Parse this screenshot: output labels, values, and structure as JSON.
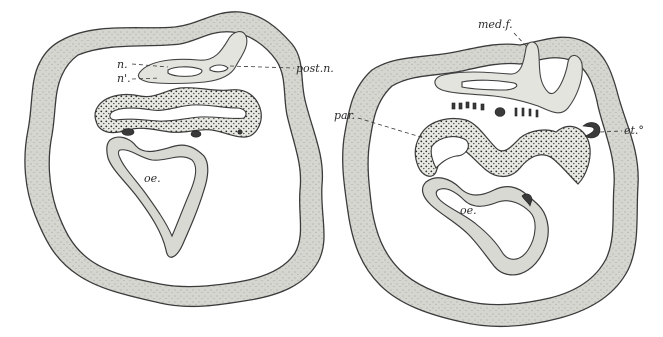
{
  "figure": {
    "left_section": {
      "labels": {
        "n": "n.",
        "n_prime": "n'.",
        "post_n": "post.n.",
        "oe": "oe."
      }
    },
    "right_section": {
      "labels": {
        "med_f": "med.f.",
        "par": "par.",
        "et": "et.°",
        "oe": "oe."
      }
    }
  }
}
